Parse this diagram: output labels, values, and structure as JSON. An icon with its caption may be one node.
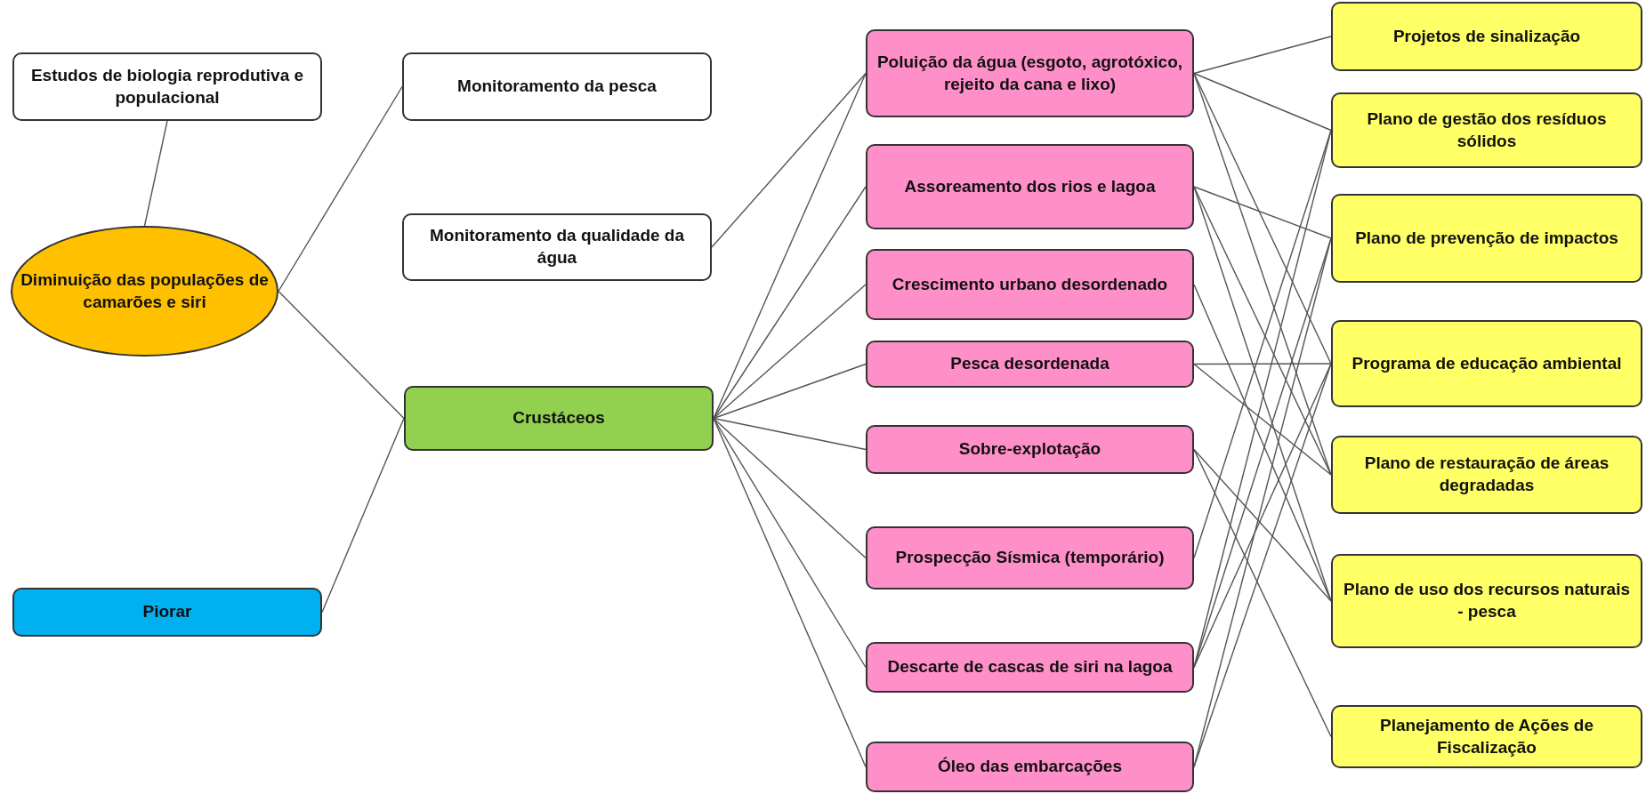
{
  "diagram": {
    "nodes": [
      {
        "text": [
          "Estudos de biologia reprodutiva e populacional"
        ]
      },
      {
        "text": [
          "Monitoramento da pesca"
        ]
      },
      {
        "text": [
          "Diminuição das populações de camarões e siri"
        ]
      },
      {
        "text": [
          "Monitoramento da qualidade da água"
        ]
      },
      {
        "text": [
          "Crustáceos"
        ]
      },
      {
        "text": [
          "Piorar"
        ]
      },
      {
        "text": [
          "Poluição da água (esgoto, agrotóxico, rejeito da cana e lixo)"
        ]
      },
      {
        "text": [
          "Assoreamento dos rios e lagoa"
        ]
      },
      {
        "text": [
          "Crescimento urbano desordenado"
        ]
      },
      {
        "text": [
          "Pesca desordenada"
        ]
      },
      {
        "text": [
          "Sobre-explotação"
        ]
      },
      {
        "text": [
          "Prospecção Sísmica (temporário)"
        ]
      },
      {
        "text": [
          "Descarte de cascas de siri na lagoa"
        ]
      },
      {
        "text": [
          "Óleo das embarcações"
        ]
      },
      {
        "text": [
          "Projetos de sinalização"
        ]
      },
      {
        "text": [
          "Plano de gestão dos resíduos sólidos"
        ]
      },
      {
        "text": [
          "Plano de prevenção de impactos"
        ]
      },
      {
        "text": [
          "Programa de educação ambiental"
        ]
      },
      {
        "text": [
          "Plano de restauração de áreas degradadas"
        ]
      },
      {
        "text": [
          "Plano de uso dos recursos naturais - pesca"
        ]
      },
      {
        "text": [
          "Planejamento de Ações de Fiscalização"
        ]
      }
    ],
    "edges": [
      {
        "from": 2,
        "to": 0,
        "arrow": "none"
      },
      {
        "from": 2,
        "to": 1,
        "arrow": "none"
      },
      {
        "from": 2,
        "to": 4,
        "arrow": "none"
      },
      {
        "from": 5,
        "to": 4,
        "arrow": "none"
      },
      {
        "from": 3,
        "to": 6,
        "arrow": "none"
      },
      {
        "from": 4,
        "to": 6,
        "arrow": "none"
      },
      {
        "from": 4,
        "to": 7,
        "arrow": "none"
      },
      {
        "from": 4,
        "to": 8,
        "arrow": "none"
      },
      {
        "from": 4,
        "to": 9,
        "arrow": "none"
      },
      {
        "from": 4,
        "to": 10,
        "arrow": "none"
      },
      {
        "from": 4,
        "to": 11,
        "arrow": "none"
      },
      {
        "from": 4,
        "to": 12,
        "arrow": "none"
      },
      {
        "from": 4,
        "to": 13,
        "arrow": "none"
      },
      {
        "from": 6,
        "to": 14,
        "arrow": "none"
      },
      {
        "from": 6,
        "to": 15,
        "arrow": "none"
      },
      {
        "from": 6,
        "to": 17,
        "arrow": "none"
      },
      {
        "from": 6,
        "to": 18,
        "arrow": "none"
      },
      {
        "from": 7,
        "to": 16,
        "arrow": "none"
      },
      {
        "from": 7,
        "to": 18,
        "arrow": "none"
      },
      {
        "from": 7,
        "to": 19,
        "arrow": "none"
      },
      {
        "from": 8,
        "to": 19,
        "arrow": "none"
      },
      {
        "from": 9,
        "to": 17,
        "arrow": "none"
      },
      {
        "from": 9,
        "to": 18,
        "arrow": "none"
      },
      {
        "from": 10,
        "to": 19,
        "arrow": "none"
      },
      {
        "from": 10,
        "to": 20,
        "arrow": "none"
      },
      {
        "from": 11,
        "to": 15,
        "arrow": "none"
      },
      {
        "from": 12,
        "to": 15,
        "arrow": "none"
      },
      {
        "from": 12,
        "to": 16,
        "arrow": "none"
      },
      {
        "from": 12,
        "to": 17,
        "arrow": "none"
      },
      {
        "from": 13,
        "to": 16,
        "arrow": "none"
      },
      {
        "from": 13,
        "to": 17,
        "arrow": "none"
      }
    ]
  }
}
